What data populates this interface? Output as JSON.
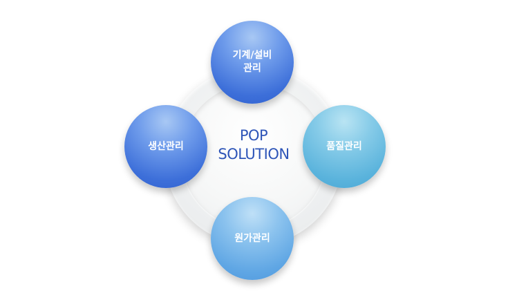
{
  "center": {
    "line1": "POP",
    "line2": "SOLUTION"
  },
  "nodes": {
    "top": {
      "line1": "기계/설비",
      "line2": "관리"
    },
    "left": {
      "label": "생산관리"
    },
    "right": {
      "label": "품질관리"
    },
    "bottom": {
      "label": "원가관리"
    }
  },
  "colors": {
    "center_text": "#2e55b8",
    "node_blue": "#3d6fd9",
    "node_teal": "#5ab3dc",
    "node_lightblue": "#5fa6e4"
  }
}
